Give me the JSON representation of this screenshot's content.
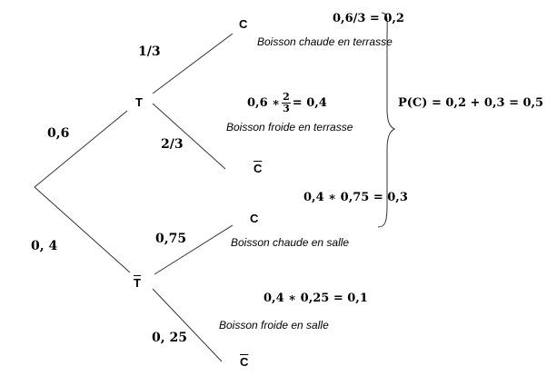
{
  "nodes": {
    "t": "T",
    "tbar": "T",
    "c1": "C",
    "cbar1": "C",
    "c2": "C",
    "cbar2": "C"
  },
  "branches": {
    "root_t": "0,6",
    "root_tbar": "0, 4",
    "t_c": "1/3",
    "t_cbar": "2/3",
    "tbar_c": "0,75",
    "tbar_cbar": "0, 25"
  },
  "calcs": {
    "c1": "0,6/3 = 0,2",
    "cbar1_left": "0,6 ∗",
    "cbar1_num": "2",
    "cbar1_den": "3",
    "cbar1_right": "= 0,4",
    "c2": "0,4 ∗ 0,75 = 0,3",
    "cbar2": "0,4 ∗ 0,25 = 0,1"
  },
  "descriptions": {
    "c1": "Boisson chaude en terrasse",
    "cbar1": "Boisson froide en terrasse",
    "c2": "Boisson chaude en salle",
    "cbar2": "Boisson froide en salle"
  },
  "total": "P(C) = 0,2 + 0,3 = 0,5"
}
